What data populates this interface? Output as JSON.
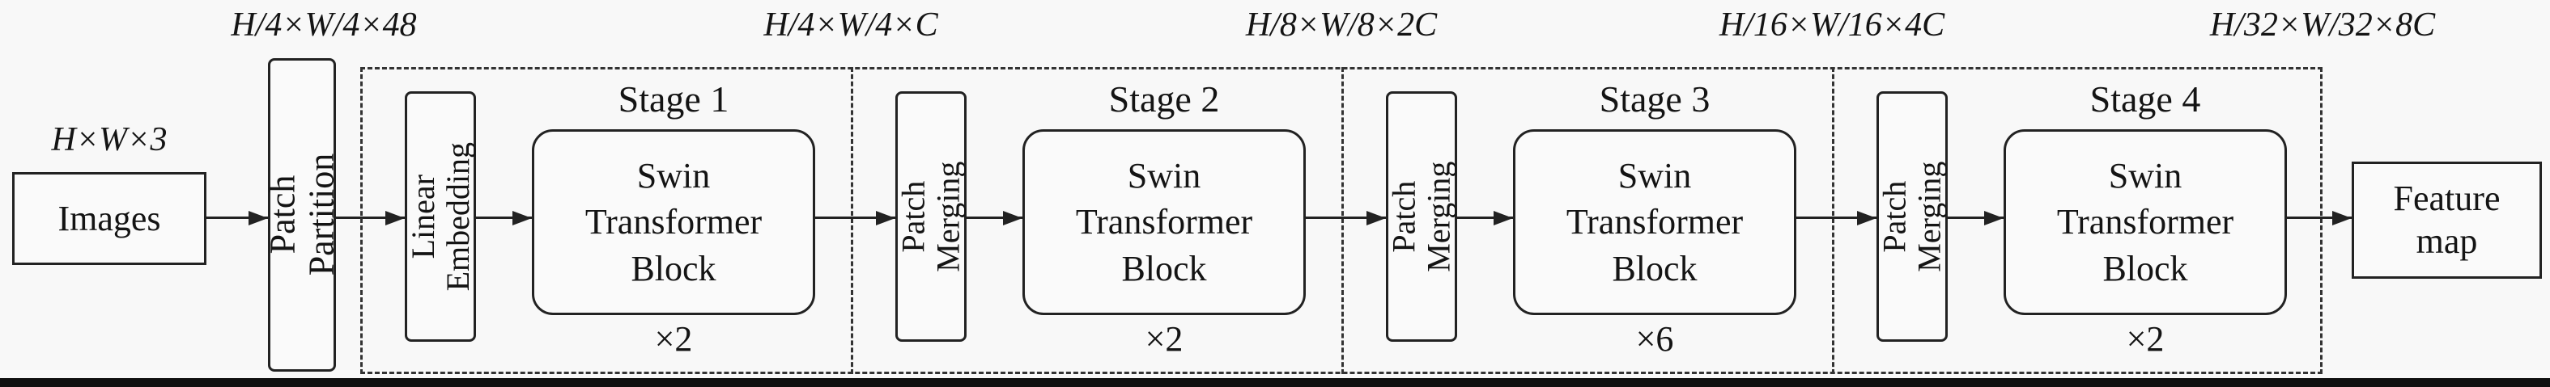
{
  "colors": {
    "background": "#f8f8f8",
    "line": "#222222",
    "dashed": "#333333"
  },
  "input": {
    "dim_label": "H×W×3",
    "label": "Images"
  },
  "patch_partition": {
    "dim_label": "H/4×W/4×48",
    "label": "Patch Partition"
  },
  "stages": [
    {
      "title": "Stage 1",
      "dim_label": "H/4×W/4×C",
      "pre_block": "Linear Embedding",
      "block": "Swin Transformer Block",
      "repeat": "×2"
    },
    {
      "title": "Stage 2",
      "dim_label": "H/8×W/8×2C",
      "pre_block": "Patch Merging",
      "block": "Swin Transformer Block",
      "repeat": "×2"
    },
    {
      "title": "Stage 3",
      "dim_label": "H/16×W/16×4C",
      "pre_block": "Patch Merging",
      "block": "Swin Transformer Block",
      "repeat": "×6"
    },
    {
      "title": "Stage 4",
      "dim_label": "H/32×W/32×8C",
      "pre_block": "Patch Merging",
      "block": "Swin Transformer Block",
      "repeat": "×2"
    }
  ],
  "output": {
    "label": "Feature map"
  }
}
